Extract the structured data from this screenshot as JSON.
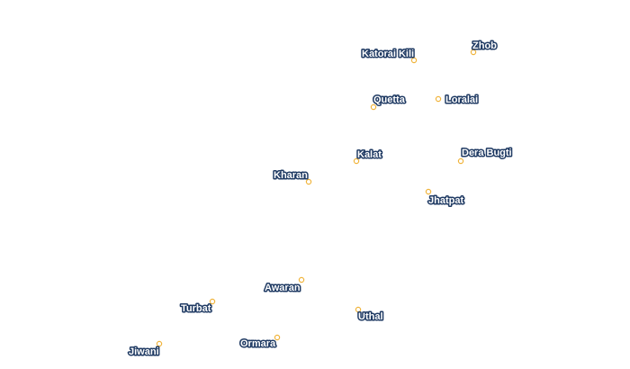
{
  "style": {
    "label_fill": "#ffffff",
    "label_halo": "#1f3a63",
    "dot_color": "#f0b43c"
  },
  "cities": [
    {
      "name": "Zhob"
    },
    {
      "name": "Katorai Kili"
    },
    {
      "name": "Quetta"
    },
    {
      "name": "Loralai"
    },
    {
      "name": "Kalat"
    },
    {
      "name": "Dera Bugti"
    },
    {
      "name": "Kharan"
    },
    {
      "name": "Jhatpat"
    },
    {
      "name": "Awaran"
    },
    {
      "name": "Turbat"
    },
    {
      "name": "Uthal"
    },
    {
      "name": "Ormara"
    },
    {
      "name": "Jiwani"
    }
  ]
}
